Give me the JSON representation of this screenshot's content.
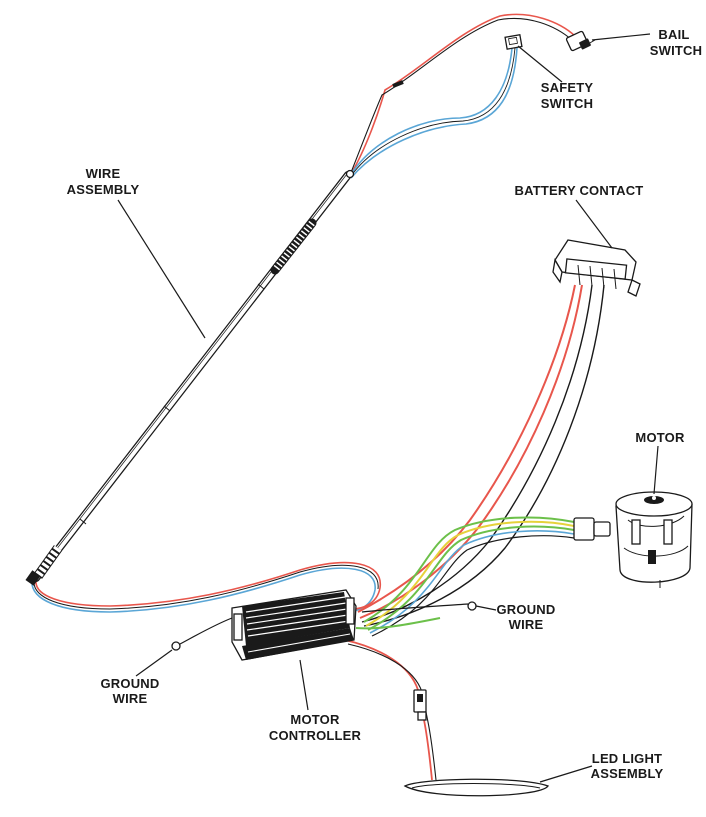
{
  "labels": {
    "bail_switch": [
      "BAIL",
      "SWITCH"
    ],
    "safety_switch": [
      "SAFETY",
      "SWITCH"
    ],
    "wire_assembly": [
      "WIRE",
      "ASSEMBLY"
    ],
    "battery_contact": "BATTERY CONTACT",
    "motor": "MOTOR",
    "ground_wire_right": [
      "GROUND",
      "WIRE"
    ],
    "ground_wire_left": [
      "GROUND",
      "WIRE"
    ],
    "motor_controller": [
      "MOTOR",
      "CONTROLLER"
    ],
    "led_light_assembly": [
      "LED LIGHT",
      "ASSEMBLY"
    ]
  },
  "wire_colors": {
    "red": "#e8564c",
    "blue": "#5aa6d6",
    "green": "#6cc04a",
    "yellow": "#e6d23a",
    "black": "#1a1a1a"
  }
}
